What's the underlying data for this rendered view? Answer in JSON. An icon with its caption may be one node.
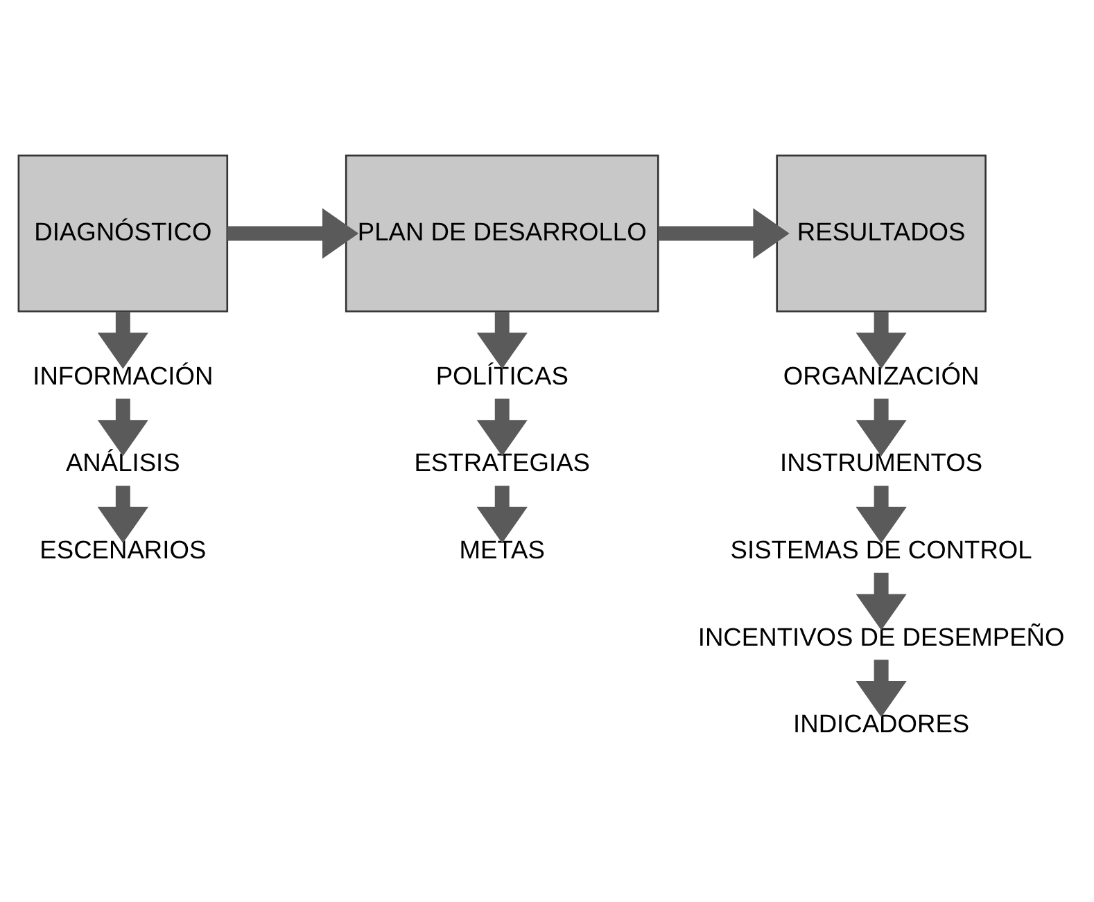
{
  "diagram": {
    "nodes": [
      {
        "text": [
          "DIAGNÓSTICO"
        ]
      },
      {
        "text": [
          "PLAN DE DESARROLLO"
        ]
      },
      {
        "text": [
          "RESULTADOS"
        ]
      },
      {
        "text": [
          "INFORMACIÓN"
        ]
      },
      {
        "text": [
          "ANÁLISIS"
        ]
      },
      {
        "text": [
          "ESCENARIOS"
        ]
      },
      {
        "text": [
          "POLÍTICAS"
        ]
      },
      {
        "text": [
          "ESTRATEGIAS"
        ]
      },
      {
        "text": [
          "METAS"
        ]
      },
      {
        "text": [
          "ORGANIZACIÓN"
        ]
      },
      {
        "text": [
          "INSTRUMENTOS"
        ]
      },
      {
        "text": [
          "SISTEMAS DE CONTROL"
        ]
      },
      {
        "text": [
          "INCENTIVOS DE DESEMPEÑO"
        ]
      },
      {
        "text": [
          "INDICADORES"
        ]
      }
    ],
    "edges": [
      {
        "from": 0,
        "to": 1,
        "arrow": "to"
      },
      {
        "from": 1,
        "to": 2,
        "arrow": "to"
      },
      {
        "from": 0,
        "to": 3,
        "arrow": "to"
      },
      {
        "from": 3,
        "to": 4,
        "arrow": "to"
      },
      {
        "from": 4,
        "to": 5,
        "arrow": "to"
      },
      {
        "from": 1,
        "to": 6,
        "arrow": "to"
      },
      {
        "from": 6,
        "to": 7,
        "arrow": "to"
      },
      {
        "from": 7,
        "to": 8,
        "arrow": "to"
      },
      {
        "from": 2,
        "to": 9,
        "arrow": "to"
      },
      {
        "from": 9,
        "to": 10,
        "arrow": "to"
      },
      {
        "from": 10,
        "to": 11,
        "arrow": "to"
      },
      {
        "from": 11,
        "to": 12,
        "arrow": "to"
      },
      {
        "from": 12,
        "to": 13,
        "arrow": "to"
      }
    ]
  }
}
